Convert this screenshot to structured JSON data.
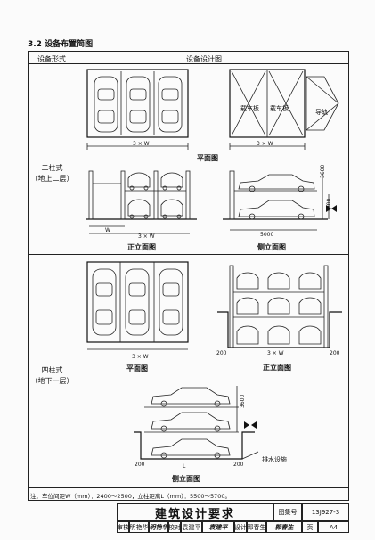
{
  "section": {
    "title": "3.2  设备布置简图"
  },
  "table": {
    "col_form": "设备形式",
    "col_design": "设备设计图",
    "row1_label": [
      "二柱式",
      "（地上二层）"
    ],
    "row2_label": [
      "四柱式",
      "（地下一层）"
    ]
  },
  "captions": {
    "plan1": "平面图",
    "front1": "正立面图",
    "side1": "侧立面图",
    "plan2": "平面图",
    "front2": "正立面图",
    "side2": "侧立面图"
  },
  "labels": {
    "board1": "载车板",
    "board2": "载车板",
    "rail": "导轨",
    "drain": "排水设施"
  },
  "dims": {
    "w3": "3 × W",
    "w": "W",
    "l5000": "5000",
    "h3600": "3600",
    "h1800": "1800",
    "d200": "200",
    "l": "L"
  },
  "note": "注：车位间距W（mm）：2400～2500，立柱距离L（mm）：5500～5700。",
  "title_block": {
    "title": "建筑设计要求",
    "atlas_label": "图集号",
    "atlas_no": "13J927-3",
    "page_label": "页",
    "page_no": "A4",
    "review_label": "审核",
    "review_name": "明艳华",
    "review_sig": "明艳华",
    "check_label": "校对",
    "check_name": "袁建平",
    "check_sig": "袁建平",
    "design_label": "设计",
    "design_name": "郭春生",
    "design_sig": "郭春生"
  }
}
